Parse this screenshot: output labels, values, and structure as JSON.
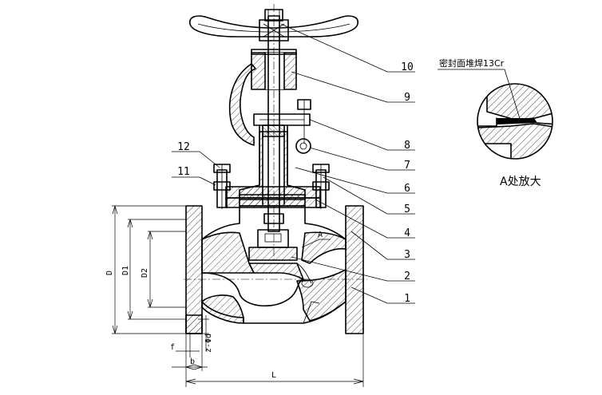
{
  "part_labels": [
    "1",
    "2",
    "3",
    "4",
    "5",
    "6",
    "7",
    "8",
    "9",
    "10",
    "11",
    "12"
  ],
  "dimension_labels": {
    "D": "D",
    "D1": "D1",
    "D2": "D2",
    "f": "f",
    "b": "b",
    "z_phi_d": "z-Φd",
    "L": "L",
    "A": "A"
  },
  "detail": {
    "note": "密封面堆焊13Cr",
    "caption": "A处放大"
  }
}
